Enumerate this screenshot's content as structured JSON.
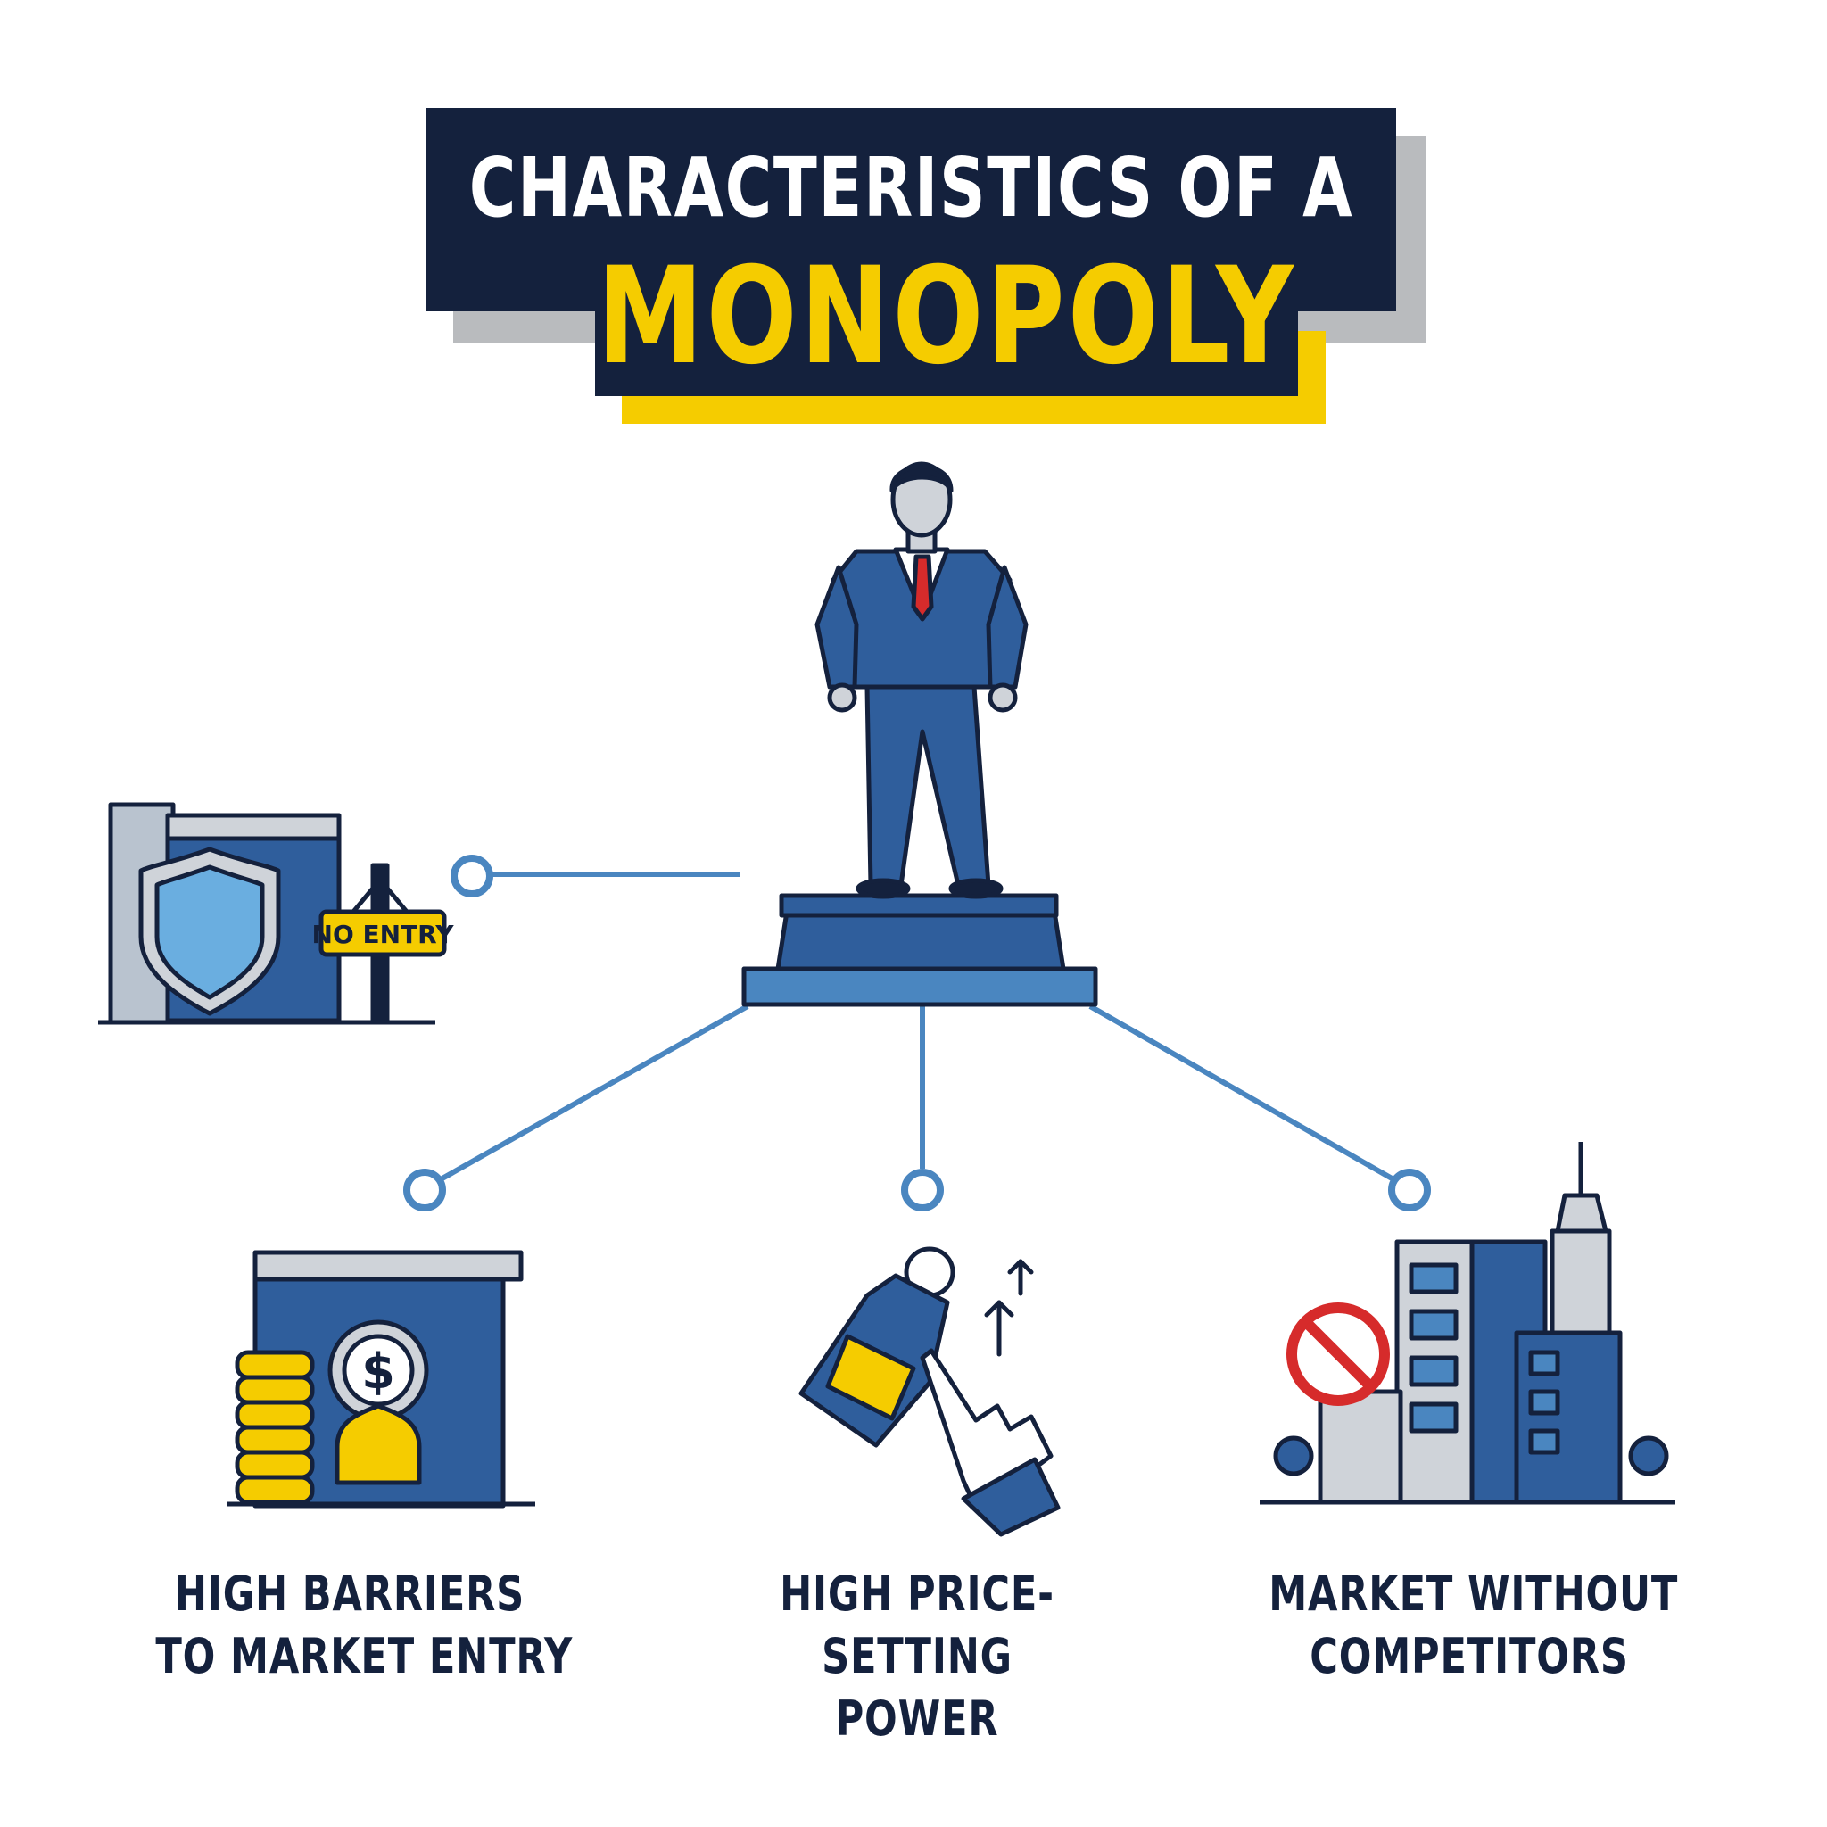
{
  "title": {
    "line1": "CHARACTERISTICS OF A",
    "line2": "MONOPOLY"
  },
  "sign": {
    "text": "NO ENTRY"
  },
  "items": [
    {
      "lines": [
        "HIGH BARRIERS",
        "TO MARKET ENTRY"
      ]
    },
    {
      "lines": [
        "HIGH PRICE-",
        "SETTING",
        "POWER"
      ]
    },
    {
      "lines": [
        "MARKET WITHOUT",
        "COMPETITORS"
      ]
    }
  ],
  "icons": {
    "central": "businessman-on-pedestal-icon",
    "left": "shield-wall-no-entry-icon",
    "item0": "brick-wall-coins-dollar-icon",
    "item1": "price-tag-hand-arrows-icon",
    "item2": "buildings-prohibited-icon"
  },
  "colors": {
    "navy": "#14213d",
    "yellow": "#f5cc00",
    "blue": "#4a86c0",
    "mid_blue": "#2f5e9c",
    "red": "#d62b2b"
  }
}
